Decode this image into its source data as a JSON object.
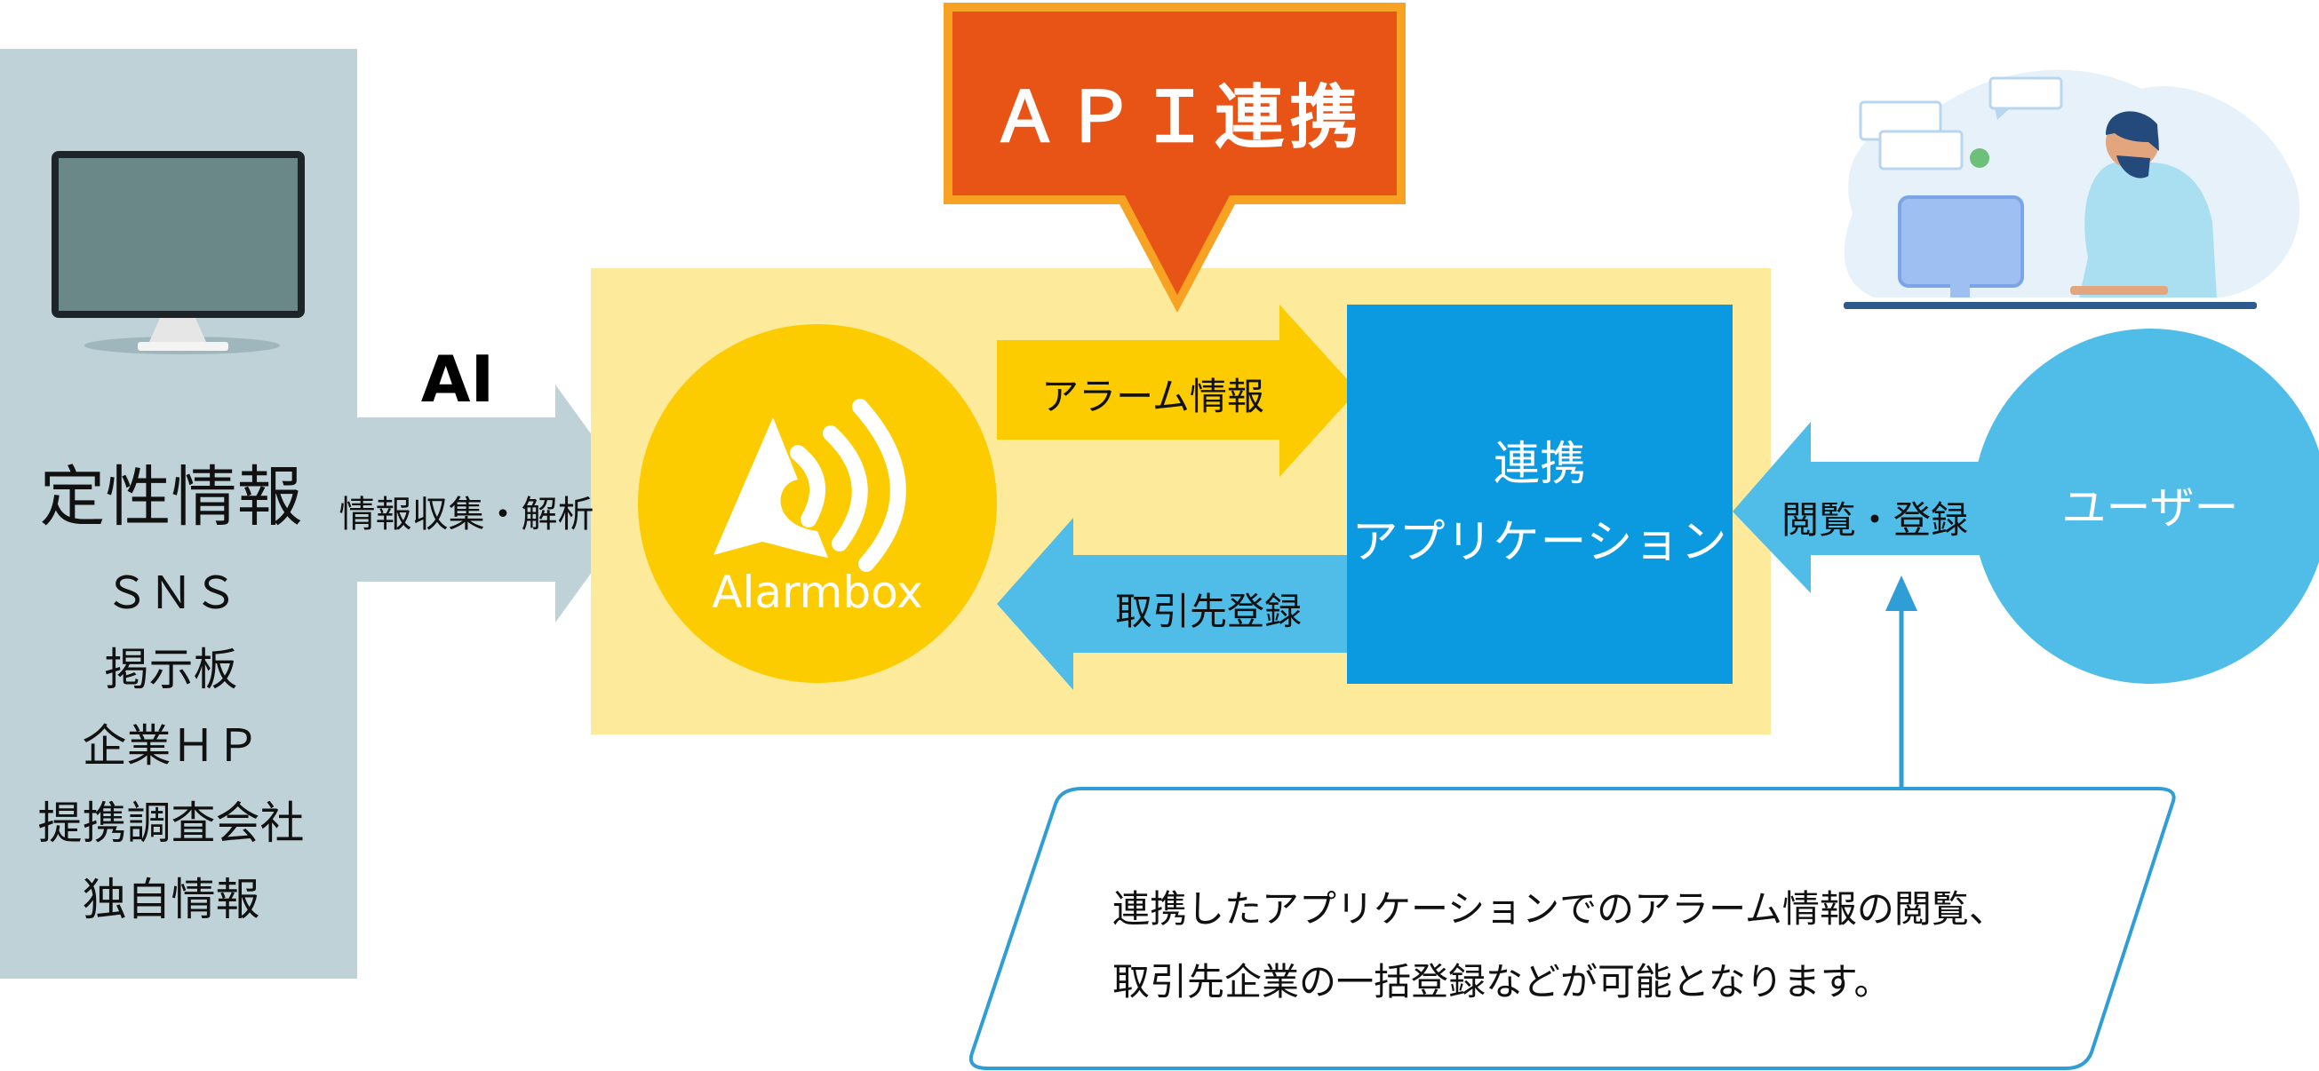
{
  "api": {
    "label": "ＡＰＩ連携"
  },
  "source": {
    "title": "定性情報",
    "items": [
      "ＳＮＳ",
      "掲示板",
      "企業ＨＰ",
      "提携調査会社",
      "独自情報"
    ]
  },
  "ai": {
    "label": "AI",
    "collect_label": "情報収集・解析"
  },
  "alarmbox": {
    "brand": "Alarmbox"
  },
  "arrows": {
    "alarm_info": "アラーム情報",
    "client_register": "取引先登録",
    "browse_register": "閲覧・登録"
  },
  "app": {
    "title": "連携",
    "subtitle": "アプリケーション"
  },
  "user": {
    "label": "ユーザー"
  },
  "note": {
    "line1": "連携したアプリケーションでのアラーム情報の閲覧、",
    "line2": "取引先企業の一括登録などが可能となります。"
  },
  "colors": {
    "panel": "#bed2d7",
    "api_box": "#e85416",
    "api_border": "#f8a224",
    "highlight": "#fdeb9b",
    "alarmbox": "#fccc00",
    "app": "#0b9ae0",
    "user": "#50bde8"
  }
}
